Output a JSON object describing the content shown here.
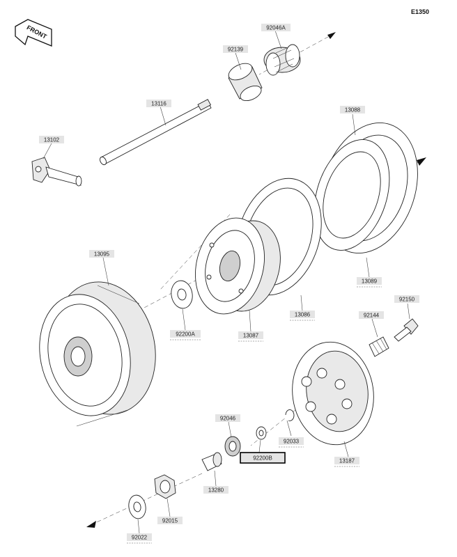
{
  "drawing_code": "E1350",
  "front_label": "FRONT",
  "parts": [
    {
      "id": "p92046A",
      "number": "92046A"
    },
    {
      "id": "p92139",
      "number": "92139"
    },
    {
      "id": "p13116",
      "number": "13116"
    },
    {
      "id": "p13102",
      "number": "13102"
    },
    {
      "id": "p13088",
      "number": "13088"
    },
    {
      "id": "p13089",
      "number": "13089"
    },
    {
      "id": "p13095",
      "number": "13095"
    },
    {
      "id": "p92200A",
      "number": "92200A"
    },
    {
      "id": "p13087",
      "number": "13087"
    },
    {
      "id": "p13086",
      "number": "13086"
    },
    {
      "id": "p92150",
      "number": "92150"
    },
    {
      "id": "p92144",
      "number": "92144"
    },
    {
      "id": "p92046",
      "number": "92046"
    },
    {
      "id": "p92033",
      "number": "92033"
    },
    {
      "id": "p92200B",
      "number": "92200B"
    },
    {
      "id": "p13187",
      "number": "13187"
    },
    {
      "id": "p13280",
      "number": "13280"
    },
    {
      "id": "p92015",
      "number": "92015"
    },
    {
      "id": "p92022",
      "number": "92022"
    }
  ]
}
